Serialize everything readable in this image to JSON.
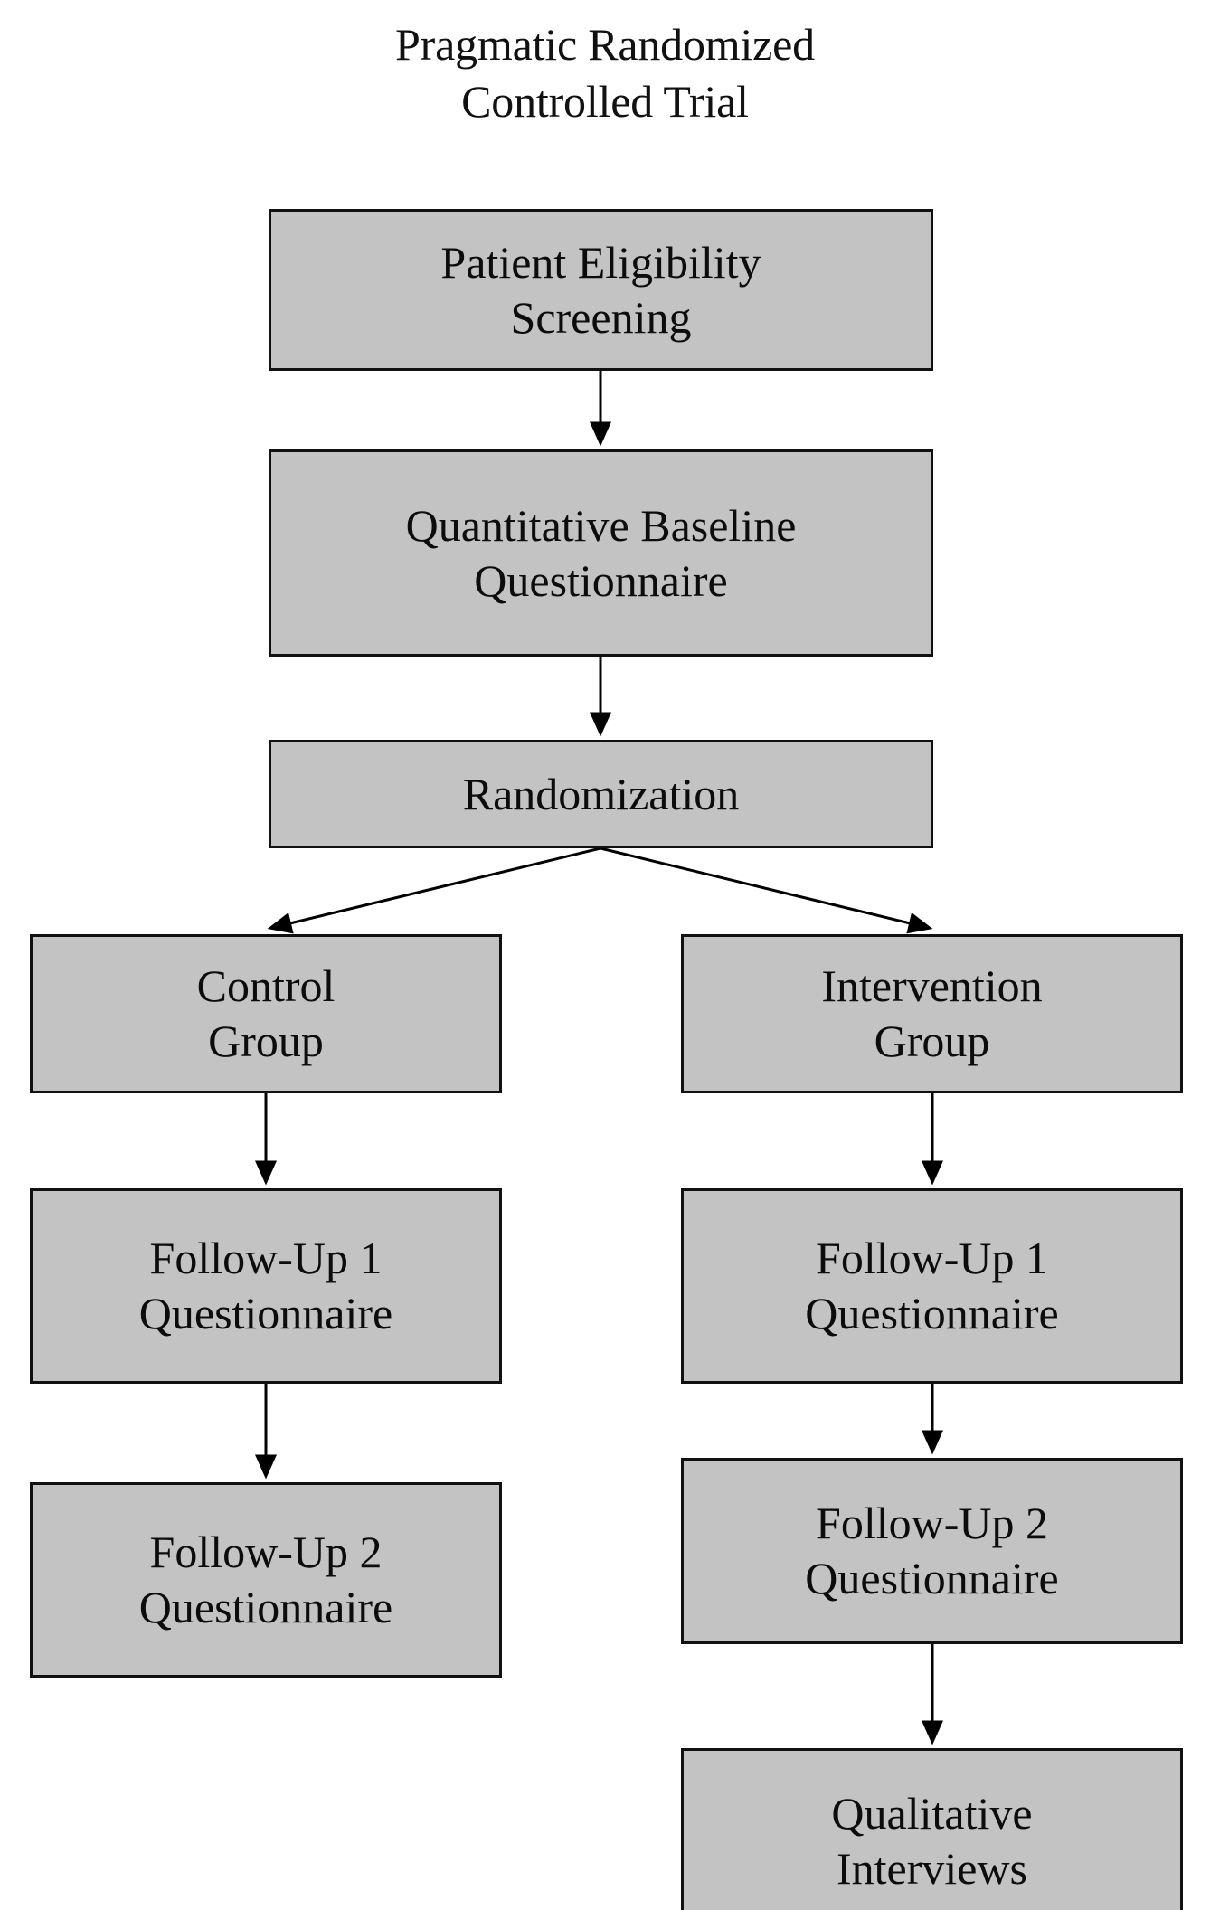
{
  "figure": {
    "title": "Pragmatic Randomized\nControlled Trial",
    "colors": {
      "box_fill": "#c3c3c3",
      "box_border": "#111111",
      "background": "#ffffff",
      "text": "#000000",
      "connector": "#000000"
    }
  },
  "nodes": {
    "screening": {
      "label": "Patient Eligibility\nScreening"
    },
    "baseline": {
      "label": "Quantitative Baseline\nQuestionnaire"
    },
    "randomization": {
      "label": "Randomization"
    },
    "control": {
      "label": "Control\nGroup"
    },
    "intervention": {
      "label": "Intervention\nGroup"
    },
    "control_fu1": {
      "label": "Follow-Up 1\nQuestionnaire"
    },
    "control_fu2": {
      "label": "Follow-Up 2\nQuestionnaire"
    },
    "intervention_fu1": {
      "label": "Follow-Up 1\nQuestionnaire"
    },
    "intervention_fu2": {
      "label": "Follow-Up 2\nQuestionnaire"
    },
    "qualitative": {
      "label": "Qualitative\nInterviews"
    }
  },
  "edges": [
    {
      "name": "screening-to-baseline",
      "from": "screening",
      "to": "baseline",
      "style": "straight-arrow"
    },
    {
      "name": "baseline-to-randomization",
      "from": "baseline",
      "to": "randomization",
      "style": "straight-arrow"
    },
    {
      "name": "randomization-to-control",
      "from": "randomization",
      "to": "control",
      "style": "diagonal-arrow"
    },
    {
      "name": "randomization-to-intervention",
      "from": "randomization",
      "to": "intervention",
      "style": "diagonal-arrow"
    },
    {
      "name": "control-to-followup1",
      "from": "control",
      "to": "control_fu1",
      "style": "straight-arrow"
    },
    {
      "name": "control-followup1-to-followup2",
      "from": "control_fu1",
      "to": "control_fu2",
      "style": "straight-arrow"
    },
    {
      "name": "intervention-to-followup1",
      "from": "intervention",
      "to": "intervention_fu1",
      "style": "straight-arrow"
    },
    {
      "name": "intervention-followup1-to-followup2",
      "from": "intervention_fu1",
      "to": "intervention_fu2",
      "style": "straight-arrow"
    },
    {
      "name": "intervention-followup2-to-qualitative",
      "from": "intervention_fu2",
      "to": "qualitative",
      "style": "straight-arrow"
    }
  ]
}
